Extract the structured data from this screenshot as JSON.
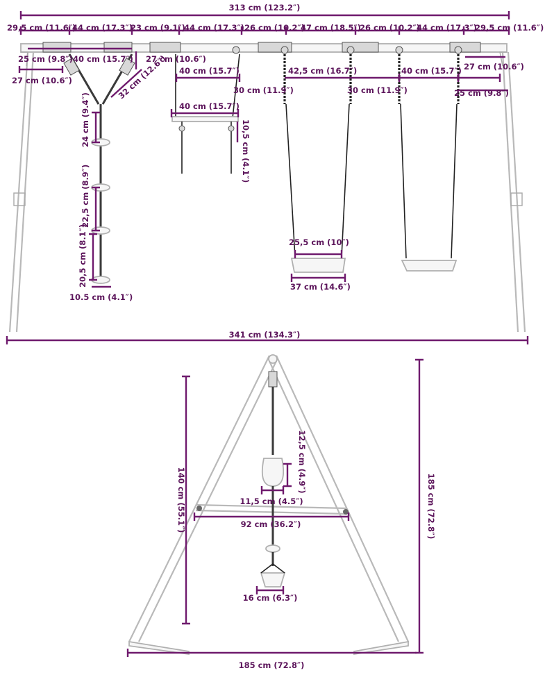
{
  "top_view": {
    "overall_top": "313 cm (123.2″)",
    "overall_base": "341 cm (134.3″)",
    "segments": [
      "29,5 cm (11.6″)",
      "44 cm (17.3″)",
      "23 cm (9.1″)",
      "44 cm (17.3″)",
      "26 cm (10.2″)",
      "47 cm (18.5″)",
      "26 cm (10.2″)",
      "44 cm (17.3″)",
      "29,5 cm (11.6″)"
    ],
    "left_25": "25 cm (9.8″)",
    "left_27": "27 cm (10.6″)",
    "ladder_top_width": "40 cm (15.7″)",
    "ladder_arm": "32 cm (12.6″)",
    "rung_gap_1": "24 cm (9.4″)",
    "rung_gap_2": "22,5 cm (8.9″)",
    "rung_gap_3": "20,5 cm (8.1″)",
    "rung_width": "10.5 cm (4.1″)",
    "trapeze_offset": "27 cm (10.6″)",
    "trapeze_top": "40 cm (15.7″)",
    "trapeze_bar": "40 cm (15.7″)",
    "trapeze_height": "10,5 cm (4.1″)",
    "drop_1": "30 cm (11.9″)",
    "swing_span": "42,5 cm (16.7″)",
    "drop_2": "30 cm (11.9″)",
    "right_swing_span": "40 cm (15.7″)",
    "right_27": "27 cm (10.6″)",
    "right_25": "25 cm (9.8″)",
    "seat_inner": "25,5 cm (10″)",
    "seat_outer": "37 cm (14.6″)"
  },
  "side_view": {
    "height_140": "140 cm (55.1″)",
    "height_185": "185 cm (72.8″)",
    "base_185": "185 cm (72.8″)",
    "crossbar_92": "92 cm (36.2″)",
    "ring_height": "12,5 cm (4.9″)",
    "ring_width": "11,5 cm (4.5″)",
    "seat_16": "16 cm (6.3″)"
  },
  "colors": {
    "dimension": "#6f1a6d",
    "frame": "#b9b9b9",
    "rope": "#3a3a3a"
  }
}
